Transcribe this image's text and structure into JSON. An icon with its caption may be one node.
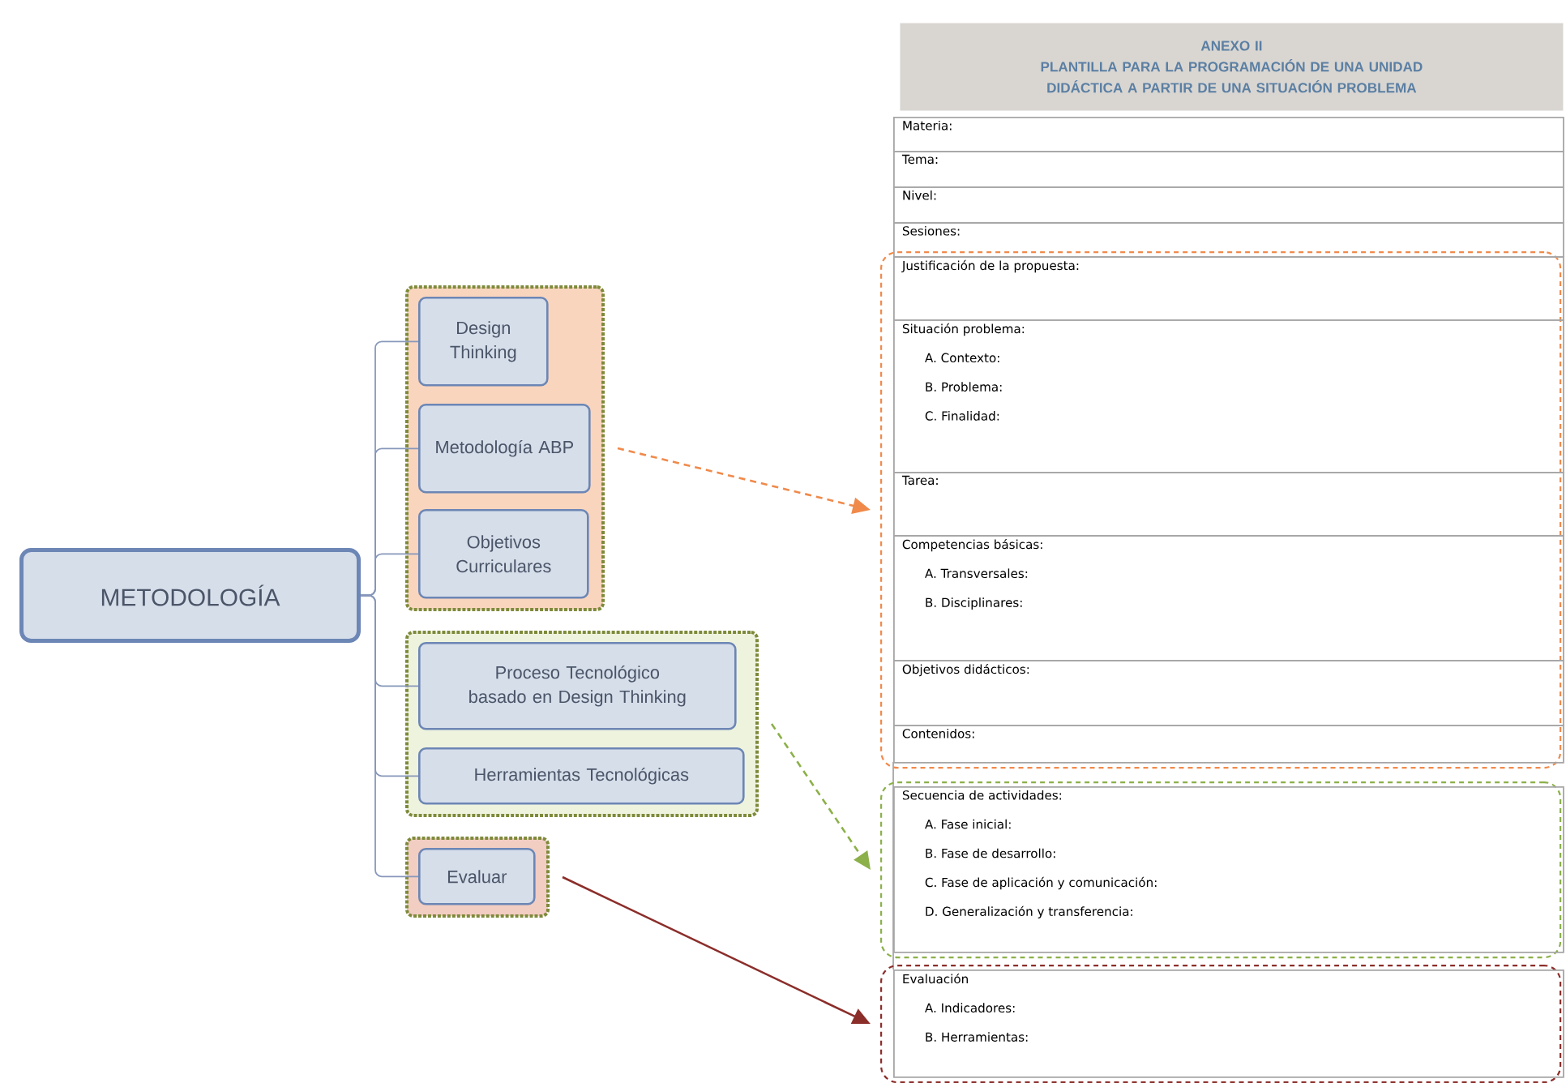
{
  "diagram": {
    "nodes": [
      {
        "text": [
          "METODOLOGÍA"
        ]
      },
      {
        "text": [],
        "shape": "box"
      },
      {
        "text": [
          "Design Thinking"
        ],
        "in": 1
      },
      {
        "text": [
          "Metodología ABP"
        ],
        "in": 1
      },
      {
        "text": [
          "Objetivos Curriculares"
        ],
        "in": 1
      },
      {
        "text": [],
        "shape": "box"
      },
      {
        "text": [
          "Proceso Tecnológico basado en Design Thinking"
        ],
        "in": 5
      },
      {
        "text": [
          "Herramientas Tecnológicas"
        ],
        "in": 5
      },
      {
        "text": [],
        "shape": "box"
      },
      {
        "text": [
          "Evaluar"
        ],
        "in": 8
      },
      {
        "text": [
          "ANEXO II",
          "PLANTILLA PARA LA PROGRAMACIÓN DE UNA UNIDAD DIDÁCTICA A PARTIR DE UNA SITUACIÓN PROBLEMA"
        ]
      },
      {
        "text": [
          "Materia:"
        ]
      },
      {
        "text": [
          "Tema:"
        ]
      },
      {
        "text": [
          "Nivel:"
        ]
      },
      {
        "text": [
          "Sesiones:"
        ]
      },
      {
        "text": [],
        "shape": "box"
      },
      {
        "text": [
          "Justificación de la propuesta:"
        ],
        "in": 15
      },
      {
        "text": [
          "Situación problema:",
          "A. Contexto:",
          "B. Problema:",
          "C. Finalidad:"
        ],
        "in": 15
      },
      {
        "text": [
          "Tarea:"
        ],
        "in": 15
      },
      {
        "text": [
          "Competencias básicas:",
          "A. Transversales:",
          "B. Disciplinares:"
        ],
        "in": 15
      },
      {
        "text": [
          "Objetivos didácticos:"
        ],
        "in": 15
      },
      {
        "text": [
          "Contenidos:"
        ],
        "in": 15
      },
      {
        "text": [],
        "shape": "box"
      },
      {
        "text": [
          "Secuencia de actividades:",
          "A. Fase inicial:",
          "B. Fase de desarrollo:",
          "C. Fase de aplicación y comunicación:",
          "D. Generalización y transferencia:"
        ],
        "in": 22
      },
      {
        "text": [],
        "shape": "box"
      },
      {
        "text": [
          "Evaluación",
          "A. Indicadores:",
          "B. Herramientas:"
        ],
        "in": 24
      }
    ],
    "edges": [
      {
        "from": 0,
        "to": 2,
        "arrow": "none"
      },
      {
        "from": 0,
        "to": 3,
        "arrow": "none"
      },
      {
        "from": 0,
        "to": 4,
        "arrow": "none"
      },
      {
        "from": 0,
        "to": 6,
        "arrow": "none"
      },
      {
        "from": 0,
        "to": 7,
        "arrow": "none"
      },
      {
        "from": 0,
        "to": 9,
        "arrow": "none"
      },
      {
        "from": 1,
        "to": 15,
        "arrow": "to",
        "style": "dashed",
        "color": "#f08a4b"
      },
      {
        "from": 5,
        "to": 22,
        "arrow": "to",
        "style": "dashed",
        "color": "#8cb04a"
      },
      {
        "from": 8,
        "to": 24,
        "arrow": "to",
        "color": "#8b2e2a"
      }
    ]
  }
}
